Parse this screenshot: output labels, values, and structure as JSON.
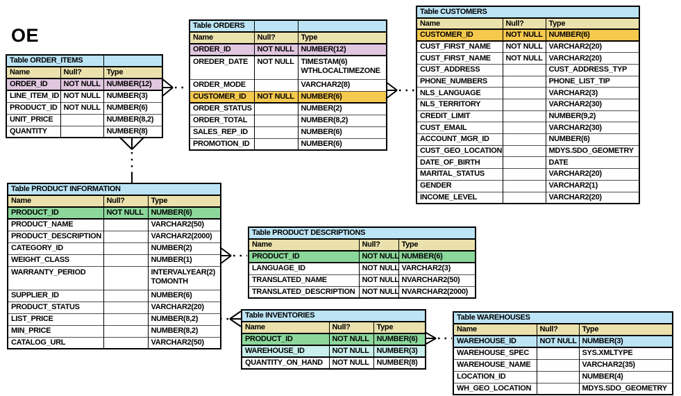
{
  "schema_label": "OE",
  "colors": {
    "header_blue": "#BCE4F5",
    "column_header_tan": "#EBE1AC",
    "pink": "#E0C6DF",
    "gold": "#F5C84E",
    "green": "#8CD79B",
    "cyan": "#C9F0EC",
    "blue": "#BCE4F5"
  },
  "tables": [
    {
      "id": "order_items",
      "title": "Table ORDER_ITEMS",
      "columns": [
        "Name",
        "Null?",
        "Type"
      ],
      "rows": [
        {
          "cells": [
            "ORDER_ID",
            "NOT NULL",
            "NUMBER(12)"
          ],
          "hl": "pink"
        },
        {
          "cells": [
            "LINE_ITEM_ID",
            "NOT NULL",
            "NUMBER(3)"
          ]
        },
        {
          "cells": [
            "PRODUCT_ID",
            "NOT NULL",
            "NUMBER(6)"
          ]
        },
        {
          "cells": [
            "UNIT_PRICE",
            "",
            "NUMBER(8,2)"
          ]
        },
        {
          "cells": [
            "QUANTITY",
            "",
            "NUMBER(8)"
          ]
        }
      ]
    },
    {
      "id": "orders",
      "title": "Table ORDERS",
      "columns": [
        "Name",
        "Null?",
        "Type"
      ],
      "rows": [
        {
          "cells": [
            "ORDER_ID",
            "NOT NULL",
            "NUMBER(12)"
          ],
          "hl": "pink"
        },
        {
          "cells": [
            "OREDER_DATE",
            "NOT NULL",
            "TIMESTAM(6)"
          ],
          "type_line2": "WTHLOCALTIMEZONE"
        },
        {
          "cells": [
            "ORDER_MODE",
            "",
            "VARCHAR2(8)"
          ]
        },
        {
          "cells": [
            "CUSTOMER_ID",
            "NOT NULL",
            "NUMBER(6)"
          ],
          "hl": "gold"
        },
        {
          "cells": [
            "ORDER_STATUS",
            "",
            "NUMBER(2)"
          ]
        },
        {
          "cells": [
            "ORDER_TOTAL",
            "",
            "NUMBER(8,2)"
          ]
        },
        {
          "cells": [
            "SALES_REP_ID",
            "",
            "NUMBER(6)"
          ]
        },
        {
          "cells": [
            "PROMOTION_ID",
            "",
            "NUMBER(6)"
          ]
        }
      ]
    },
    {
      "id": "customers",
      "title": "Table CUSTOMERS",
      "columns": [
        "Name",
        "Null?",
        "Type"
      ],
      "rows": [
        {
          "cells": [
            "CUSTOMER_ID",
            "NOT NULL",
            "NUMBER(6)"
          ],
          "hl": "gold"
        },
        {
          "cells": [
            "CUST_FIRST_NAME",
            "NOT NULL",
            "VARCHAR2(20)"
          ]
        },
        {
          "cells": [
            "CUST_FIRST_NAME",
            "NOT NULL",
            "VARCHAR2(20)"
          ]
        },
        {
          "cells": [
            "CUST_ADDRESS",
            "",
            "CUST_ADDRESS_TYP"
          ]
        },
        {
          "cells": [
            "PHONE_NUMBERS",
            "",
            "PHONE_LIST_TIP"
          ]
        },
        {
          "cells": [
            "NLS_LANGUAGE",
            "",
            "VARCHAR2(3)"
          ]
        },
        {
          "cells": [
            "NLS_TERRITORY",
            "",
            "VARCHAR2(30)"
          ]
        },
        {
          "cells": [
            "CREDIT_LIMIT",
            "",
            "NUMBER(9,2)"
          ]
        },
        {
          "cells": [
            "CUST_EMAIL",
            "",
            "VARCHAR2(30)"
          ]
        },
        {
          "cells": [
            "ACCOUNT_MGR_ID",
            "",
            "NUMBER(6)"
          ]
        },
        {
          "cells": [
            "CUST_GEO_LOCATION",
            "",
            "MDYS.SDO_GEOMETRY"
          ]
        },
        {
          "cells": [
            "DATE_OF_BIRTH",
            "",
            "DATE"
          ]
        },
        {
          "cells": [
            "MARITAL_STATUS",
            "",
            "VARCHAR2(20)"
          ]
        },
        {
          "cells": [
            "GENDER",
            "",
            "VARCHAR2(1)"
          ]
        },
        {
          "cells": [
            "INCOME_LEVEL",
            "",
            "VARCHAR2(20)"
          ]
        }
      ]
    },
    {
      "id": "product_information",
      "title": "Table PRODUCT INFORMATION",
      "columns": [
        "Name",
        "Null?",
        "Type"
      ],
      "rows": [
        {
          "cells": [
            "PRODUCT_ID",
            "NOT NULL",
            "NUMBER(6)"
          ],
          "hl": "green"
        },
        {
          "cells": [
            "PRODUCT_NAME",
            "",
            "VARCHAR2(50)"
          ]
        },
        {
          "cells": [
            "PRODUCT_DESCRIPTION",
            "",
            "VARCHAR2(2000)"
          ]
        },
        {
          "cells": [
            "CATEGORY_ID",
            "",
            "NUMBER(2)"
          ]
        },
        {
          "cells": [
            "WEIGHT_CLASS",
            "",
            "NUMBER(1)"
          ]
        },
        {
          "cells": [
            "WARRANTY_PERIOD",
            "",
            "INTERVALYEAR(2)"
          ],
          "type_line2": "TOMONTH"
        },
        {
          "cells": [
            "SUPPLIER_ID",
            "",
            "NUMBER(6)"
          ]
        },
        {
          "cells": [
            "PRODUCT_STATUS",
            "",
            "VARCHAR2(20)"
          ]
        },
        {
          "cells": [
            "LIST_PRICE",
            "",
            "NUMBER(8,2)"
          ]
        },
        {
          "cells": [
            "MIN_PRICE",
            "",
            "NUMBER(8,2)"
          ]
        },
        {
          "cells": [
            "CATALOG_URL",
            "",
            "VARCHAR2(50)"
          ]
        }
      ]
    },
    {
      "id": "product_descriptions",
      "title": "Table PRODUCT DESCRIPTIONS",
      "columns": [
        "Name",
        "Null?",
        "Type"
      ],
      "rows": [
        {
          "cells": [
            "PRODUCT_ID",
            "NOT NULL",
            "NUMBER(6)"
          ],
          "hl": "green"
        },
        {
          "cells": [
            "LANGUAGE_ID",
            "NOT NULL",
            "VARCHAR2(3)"
          ]
        },
        {
          "cells": [
            "TRANSLATED_NAME",
            "NOT NULL",
            "NVARCHAR2(50)"
          ]
        },
        {
          "cells": [
            "TRANSLATED_DESCRIPTION",
            "NOT NULL",
            "NVARCHAR2(2000)"
          ]
        }
      ]
    },
    {
      "id": "inventories",
      "title": "Table INVENTORIES",
      "columns": [
        "Name",
        "Null?",
        "Type"
      ],
      "rows": [
        {
          "cells": [
            "PRODUCT_ID",
            "NOT NULL",
            "NUMBER(6)"
          ],
          "hl": "green"
        },
        {
          "cells": [
            "WAREHOUSE_ID",
            "NOT NULL",
            "NUMBER(3)"
          ],
          "hl": "cyan"
        },
        {
          "cells": [
            "QUANTITY_ON_HAND",
            "NOT NULL",
            "NUMBER(8)"
          ]
        }
      ]
    },
    {
      "id": "warehouses",
      "title": "Table WAREHOUSES",
      "columns": [
        "Name",
        "Null?",
        "Type"
      ],
      "rows": [
        {
          "cells": [
            "WAREHOUSE_ID",
            "NOT NULL",
            "NUMBER(3)"
          ],
          "hl": "blue"
        },
        {
          "cells": [
            "WAREHOUSE_SPEC",
            "",
            "SYS.XMLTYPE"
          ]
        },
        {
          "cells": [
            "WAREHOUSE_NAME",
            "",
            "VARCHAR2(35)"
          ]
        },
        {
          "cells": [
            "LOCATION_ID",
            "",
            "NUMBER(4)"
          ]
        },
        {
          "cells": [
            "WH_GEO_LOCATION",
            "",
            "MDYS.SDO_GEOMETRY"
          ]
        }
      ]
    }
  ],
  "connectors": [
    {
      "id": "order_items-orders",
      "from": "ORDER_ITEMS",
      "to": "ORDERS",
      "style": "crow-foot-dotted"
    },
    {
      "id": "orders-customers",
      "from": "ORDERS",
      "to": "CUSTOMERS",
      "style": "crow-foot-dotted"
    },
    {
      "id": "order_items-product_information",
      "from": "ORDER_ITEMS",
      "to": "PRODUCT INFORMATION",
      "style": "crow-foot-dotted"
    },
    {
      "id": "product_information-product_descriptions",
      "from": "PRODUCT INFORMATION",
      "to": "PRODUCT DESCRIPTIONS",
      "style": "crow-foot-dotted"
    },
    {
      "id": "inventories-product_information",
      "from": "INVENTORIES",
      "to": "PRODUCT INFORMATION",
      "style": "crow-foot-dotted"
    },
    {
      "id": "inventories-warehouses",
      "from": "INVENTORIES",
      "to": "WAREHOUSES",
      "style": "crow-foot-dotted"
    }
  ]
}
